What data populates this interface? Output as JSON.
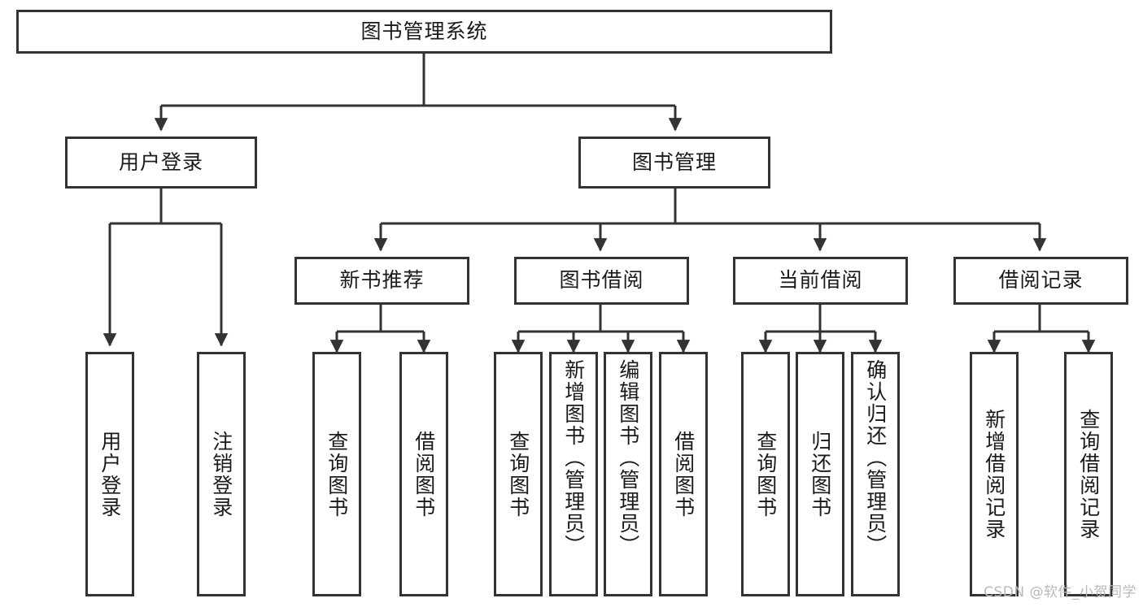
{
  "diagram": {
    "title": "图书管理系统",
    "watermark": "CSDN @软件_小贺同学",
    "accent_color": "#333333",
    "background_color": "#ffffff",
    "levels": {
      "root": {
        "label": "图书管理系统"
      },
      "level2": [
        {
          "label": "用户登录"
        },
        {
          "label": "图书管理"
        }
      ],
      "level3": [
        {
          "label": "新书推荐"
        },
        {
          "label": "图书借阅"
        },
        {
          "label": "当前借阅"
        },
        {
          "label": "借阅记录"
        }
      ],
      "leaves": {
        "user_login": [
          {
            "label": "用户登录"
          },
          {
            "label": "注销登录"
          }
        ],
        "new_book_recommend": [
          {
            "label": "查询图书"
          },
          {
            "label": "借阅图书"
          }
        ],
        "book_borrow": [
          {
            "label": "查询图书"
          },
          {
            "label": "新增图书（管理员）"
          },
          {
            "label": "编辑图书（管理员）"
          },
          {
            "label": "借阅图书"
          }
        ],
        "current_borrow": [
          {
            "label": "查询图书"
          },
          {
            "label": "归还图书"
          },
          {
            "label": "确认归还（管理员）"
          }
        ],
        "borrow_record": [
          {
            "label": "新增借阅记录"
          },
          {
            "label": "查询借阅记录"
          }
        ]
      }
    }
  }
}
